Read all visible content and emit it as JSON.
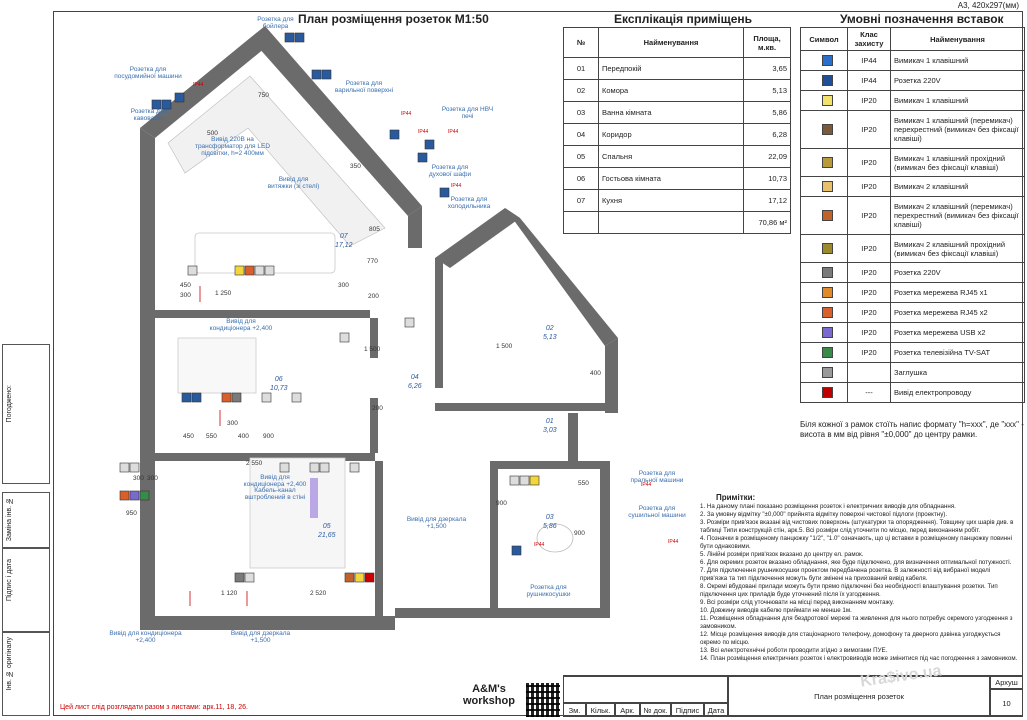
{
  "sheet_format": "A3, 420х297(мм)",
  "plan": {
    "title": "План розміщення розеток  М1:50",
    "rooms": [
      {
        "no": "07",
        "area": "17,12"
      },
      {
        "no": "06",
        "area": "10,73"
      },
      {
        "no": "05",
        "area": "21,65"
      },
      {
        "no": "04",
        "area": "6,26"
      },
      {
        "no": "02",
        "area": "5,13"
      },
      {
        "no": "01",
        "area": "3,03"
      },
      {
        "no": "03",
        "area": "5,86"
      }
    ],
    "labels": [
      "Розетка для бойлера",
      "Розетка для посудомийної машини",
      "Розетка для варильної поверхні",
      "Розетка для НВЧ печі",
      "Розетка для кавоварки",
      "Вивід 220В на трансформатор для LED підсвітки, h=2 400мм",
      "Вивід для витяжки (зі стелі)",
      "Розетка для духової шафи",
      "Розетка для холодильника",
      "Вивід для кондиціонера +2,400",
      "Вивід для кондиціонера +2,400",
      "Кабель-канал вштроблений в стіні",
      "Вивід для дзеркала +1,500",
      "Розетка для пральної машини",
      "Розетка для сушильної машини",
      "Розетка для рушникосушки",
      "Вивід для кондиціонера +2,400",
      "Вивід для дзеркала +1,500"
    ],
    "dims": [
      "450",
      "300",
      "1 250",
      "300",
      "200",
      "200",
      "300",
      "450",
      "550",
      "400",
      "900",
      "2 550",
      "950",
      "300",
      "300",
      "1 120",
      "2 520",
      "1 500",
      "400",
      "550",
      "900",
      "900",
      "1 500",
      "805",
      "770",
      "350",
      "750",
      "500"
    ],
    "ip_tags": [
      "IP44",
      "IP44",
      "IP44",
      "IP44",
      "IP44",
      "IP44",
      "IP44",
      "IP44"
    ]
  },
  "rooms_table": {
    "title": "Експлікація приміщень",
    "headers": [
      "№",
      "Найменування",
      "Площа, м.кв."
    ],
    "rows": [
      [
        "01",
        "Передпокій",
        "3,65"
      ],
      [
        "02",
        "Комора",
        "5,13"
      ],
      [
        "03",
        "Ванна кімната",
        "5,86"
      ],
      [
        "04",
        "Коридор",
        "6,28"
      ],
      [
        "05",
        "Спальня",
        "22,09"
      ],
      [
        "06",
        "Гостьова кімната",
        "10,73"
      ],
      [
        "07",
        "Кухня",
        "17,12"
      ]
    ],
    "total": "70,86 м²"
  },
  "legend": {
    "title": "Умовні позначення вставок",
    "headers": [
      "Символ",
      "Клас захисту",
      "Найменування"
    ],
    "rows": [
      {
        "icon": "switch-1-key-ip44",
        "color": "#2a6fc9",
        "ip": "IP44",
        "name": "Вимикач 1 клавішний"
      },
      {
        "icon": "socket-220v-ip44",
        "color": "#1f4f96",
        "ip": "IP44",
        "name": "Розетка 220V"
      },
      {
        "icon": "switch-1-key",
        "color": "#f2e16b",
        "ip": "IP20",
        "name": "Вимикач 1 клавішний"
      },
      {
        "icon": "switch-1-key-cross",
        "color": "#7a5a3a",
        "ip": "IP20",
        "name": "Вимикач 1 клавішний (перемикач) перехрестний (вимикач без фіксації клавіші)"
      },
      {
        "icon": "switch-1-key-pass",
        "color": "#b89a3b",
        "ip": "IP20",
        "name": "Вимикач 1 клавішний прохідний (вимикач без фіксації клавіші)"
      },
      {
        "icon": "switch-2-key",
        "color": "#e6c06a",
        "ip": "IP20",
        "name": "Вимикач 2 клавішний"
      },
      {
        "icon": "switch-2-key-cross",
        "color": "#c0622a",
        "ip": "IP20",
        "name": "Вимикач 2 клавішний (перемикач) перехрестний (вимикач без фіксації клавіші)"
      },
      {
        "icon": "switch-2-key-pass",
        "color": "#9c8a2a",
        "ip": "IP20",
        "name": "Вимикач 2 клавішний прохідний (вимикач без фіксації клавіші)"
      },
      {
        "icon": "socket-220v",
        "color": "#7a7a7a",
        "ip": "IP20",
        "name": "Розетка 220V"
      },
      {
        "icon": "rj45-x1",
        "color": "#e08a2a",
        "ip": "IP20",
        "name": "Розетка мережева RJ45 x1"
      },
      {
        "icon": "rj45-x2",
        "color": "#d9602a",
        "ip": "IP20",
        "name": "Розетка мережева RJ45 x2"
      },
      {
        "icon": "usb-x2",
        "color": "#7a6ad0",
        "ip": "IP20",
        "name": "Розетка мережева USB x2"
      },
      {
        "icon": "tv-sat",
        "color": "#3a8a4a",
        "ip": "IP20",
        "name": "Розетка телевізійна TV-SAT"
      },
      {
        "icon": "plug-cap",
        "color": "#999999",
        "ip": "",
        "name": "Заглушка"
      },
      {
        "icon": "power-outlet-lead",
        "color": "#c00000",
        "ip": "---",
        "name": "Вивід електропроводу"
      }
    ],
    "note": "Біля кожної з рамок стоїть напис формату \"h=xxx\", де \"xxx\" - висота в мм від рівня \"±0,000\" до центру рамки."
  },
  "notes": {
    "title": "Примітки:",
    "items": [
      "1. На даному плані показано розміщення розеток і електричних виводів для обладнання.",
      "2. За умовну відмітку \"±0,000\" прийнята відмітку поверхні чистової підлоги (проектну).",
      "3. Розміри прив'язок вказані від чистових поверхонь (штукатурки та опорядження). Товщину цих шарів див. в таблиці Типи конструкцій стін, арк.5. Всі розміри слід уточнити по місцю, перед виконанням робіт.",
      "4. Позначки в розміщеному панцюжку \"1/2\", \"1.0\" означають, що ці вставки в розміщеному панцюжку повинні бути однаковими.",
      "5. Лінійні розміри прив'язок вказано до центру ел. рамок.",
      "6. Для окремих розеток вказано обладнання, яке буде підключено, для визначення оптимальної потужності.",
      "7. Для підключення рушникосушки проектом передбачена розетка. В залежності від вибраної моделі прив'язка та тип підключення можуть бути змінені на прихований вивід кабеля.",
      "8. Окремі вбудовані прилади можуть бути прямо підключені без необхідності влаштування розетки. Тип підключення цих приладів буде уточнений після їх узгодження.",
      "9. Всі розміри слід уточнювати на місці перед виконанням монтажу.",
      "10. Довжину виводів кабелю приймати не менше 1м.",
      "11. Розміщення обладнання для бездротової мережі та живлення для нього потребує окремого узгодження з замовником.",
      "12. Місце розміщення виводів для стаціонарного телефону, домофону та дверного дзвінка узгоджується окремо по місцю.",
      "13. Всі електротехнічні роботи проводити згідно з вимогами ПУЕ.",
      "14. План розміщення електричних розеток і електровиводів може змінитися під час погодження з замовником."
    ]
  },
  "title_block": {
    "archus": "Архуш",
    "sheet_no": "10",
    "sheet_name": "План розміщення розеток",
    "cols": [
      "Зм.",
      "Кільк.",
      "Арк.",
      "№ док.",
      "Підпис",
      "Дата"
    ]
  },
  "side_stamp": [
    "Погоджено:",
    "Інв. № оригіналу",
    "Підпис і дата",
    "Заміна інв. №"
  ],
  "reference": "Цей лист слід розглядати разом з листами: арк.11, 18, 26.",
  "logo": {
    "line1": "A&M's",
    "line2": "workshop"
  },
  "watermark": "Kra$ivo.ua"
}
